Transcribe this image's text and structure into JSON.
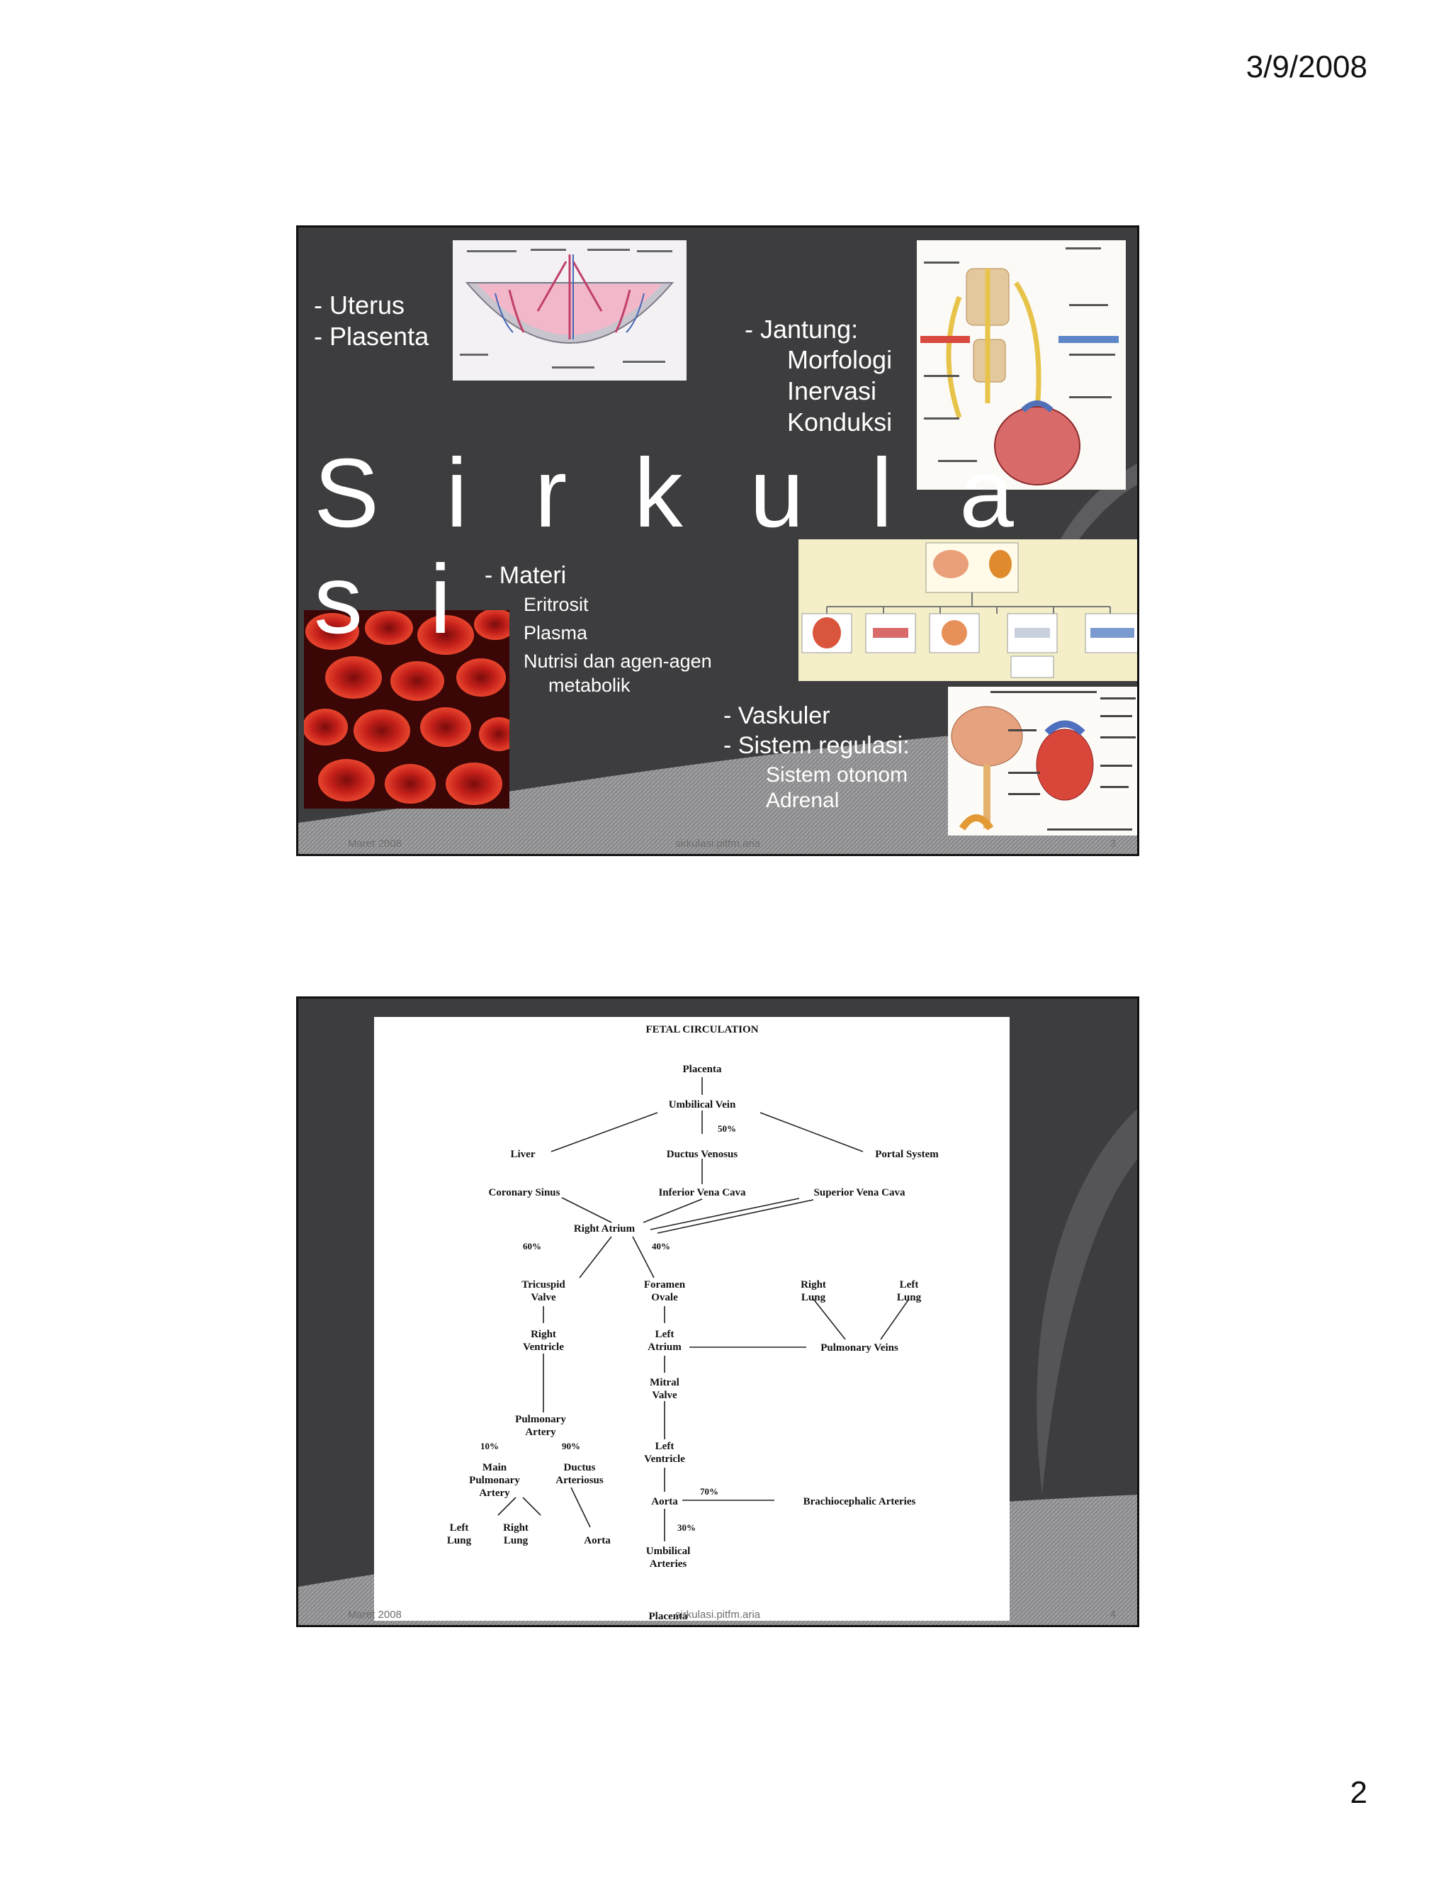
{
  "page": {
    "date": "3/9/2008",
    "number": "2"
  },
  "slide1": {
    "title": "S i r k u l a s i",
    "uterus": [
      "- Uterus",
      "- Plasenta"
    ],
    "jantung": {
      "heading": "- Jantung:",
      "items": [
        "Morfologi",
        "Inervasi",
        "Konduksi"
      ]
    },
    "materi": {
      "heading": "- Materi",
      "items": [
        "Eritrosit",
        "Plasma",
        "Nutrisi dan agen-agen",
        "metabolik"
      ]
    },
    "vaskuler": {
      "lines": [
        "- Vaskuler",
        "- Sistem regulasi:"
      ],
      "items": [
        "Sistem otonom",
        "Adrenal"
      ]
    },
    "footer": {
      "left": "Maret 2008",
      "center": "sirkulasi.pitfm.aria",
      "right": "3"
    }
  },
  "slide2": {
    "diagram": {
      "title": "FETAL CIRCULATION",
      "placenta_top": "Placenta",
      "umbilical_vein": "Umbilical Vein",
      "pct_50": "50%",
      "liver": "Liver",
      "ductus_venosus": "Ductus Venosus",
      "portal_system": "Portal System",
      "coronary_sinus": "Coronary Sinus",
      "ivc": "Inferior Vena Cava",
      "svc": "Superior Vena Cava",
      "right_atrium": "Right Atrium",
      "pct_60": "60%",
      "pct_40": "40%",
      "tricuspid": [
        "Tricuspid",
        "Valve"
      ],
      "foramen": [
        "Foramen",
        "Ovale"
      ],
      "right_lung": [
        "Right",
        "Lung"
      ],
      "left_lung": [
        "Left",
        "Lung"
      ],
      "right_ventricle": [
        "Right",
        "Ventricle"
      ],
      "left_atrium": [
        "Left",
        "Atrium"
      ],
      "pulmonary_veins": "Pulmonary Veins",
      "mitral": [
        "Mitral",
        "Valve"
      ],
      "pulmonary_artery": [
        "Pulmonary",
        "Artery"
      ],
      "pct_10": "10%",
      "pct_90": "90%",
      "left_ventricle": [
        "Left",
        "Ventricle"
      ],
      "main_pa": [
        "Main",
        "Pulmonary",
        "Artery"
      ],
      "ductus_arteriosus": [
        "Ductus",
        "Arteriosus"
      ],
      "aorta_main": "Aorta",
      "pct_70": "70%",
      "brachiocephalic": "Brachiocephalic Arteries",
      "left_lung_b": [
        "Left",
        "Lung"
      ],
      "right_lung_b": [
        "Right",
        "Lung"
      ],
      "aorta_b": "Aorta",
      "pct_30": "30%",
      "umbilical_arteries": [
        "Umbilical",
        "Arteries"
      ],
      "placenta_bottom": "Placenta"
    },
    "footer": {
      "left": "Maret 2008",
      "center": "sirkulasi.pitfm.aria",
      "right": "4"
    }
  }
}
